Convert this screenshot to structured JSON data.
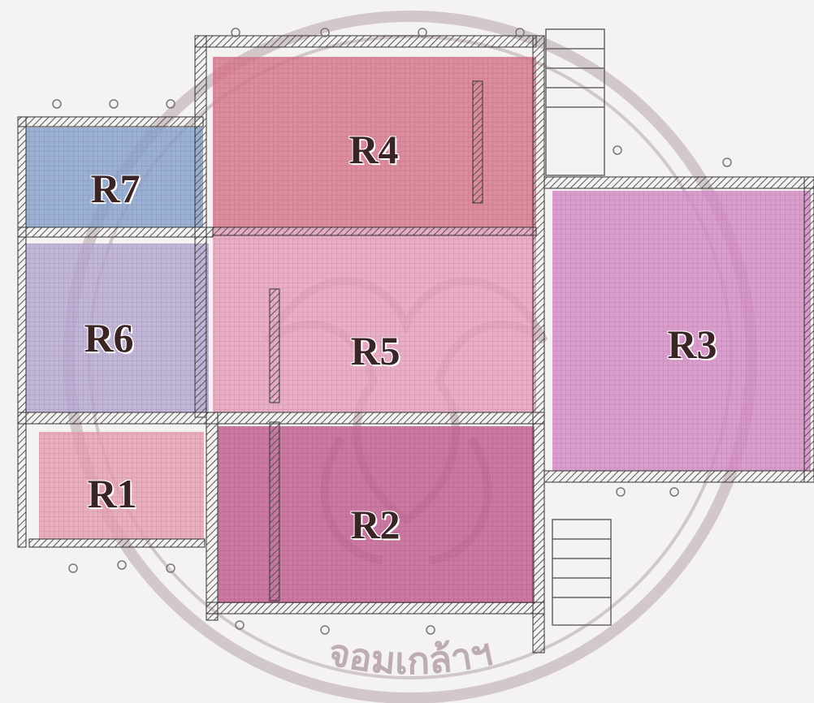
{
  "diagram": {
    "rooms": [
      {
        "id": "R1",
        "label": "R1",
        "color": "#e8a1b4"
      },
      {
        "id": "R2",
        "label": "R2",
        "color": "#c46294"
      },
      {
        "id": "R3",
        "label": "R3",
        "color": "#d68cc8"
      },
      {
        "id": "R4",
        "label": "R4",
        "color": "#d8788e"
      },
      {
        "id": "R5",
        "label": "R5",
        "color": "#e6a0be"
      },
      {
        "id": "R6",
        "label": "R6",
        "color": "#b7a9d3"
      },
      {
        "id": "R7",
        "label": "R7",
        "color": "#8aa3d0"
      }
    ],
    "watermark": {
      "text": "จอมเกล้าฯ",
      "color": "#b9a6aa"
    },
    "wall_color": "#4a4a4a"
  }
}
